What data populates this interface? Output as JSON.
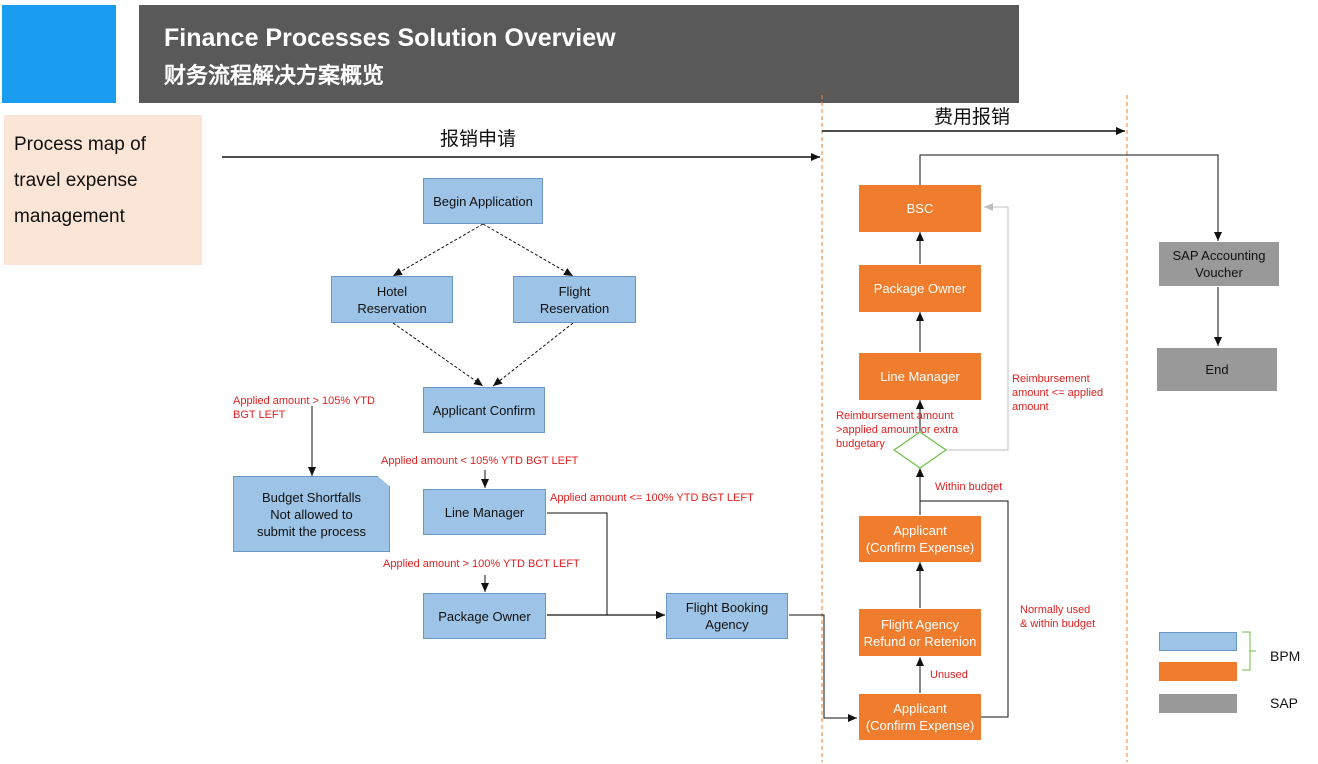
{
  "header": {
    "title_en": "Finance Processes Solution Overview",
    "title_zh": "财务流程解决方案概览"
  },
  "side_label": "Process map of travel expense management",
  "phases": {
    "application": "报销申请",
    "reimbursement": "费用报销"
  },
  "nodes": {
    "begin_application": "Begin Application",
    "hotel_reservation": "Hotel\nReservation",
    "flight_reservation": "Flight\nReservation",
    "applicant_confirm": "Applicant Confirm",
    "budget_shortfalls": "Budget Shortfalls\nNot allowed to\nsubmit the process",
    "line_manager_left": "Line Manager",
    "package_owner_left": "Package Owner",
    "flight_booking_agency": "Flight Booking\nAgency",
    "applicant_confirm_expense_bottom": "Applicant\n(Confirm Expense)",
    "flight_agency_refund": "Flight Agency\nRefund or Retenion",
    "applicant_confirm_expense_mid": "Applicant\n(Confirm Expense)",
    "line_manager_right": "Line Manager",
    "package_owner_right": "Package Owner",
    "bsc": "BSC",
    "sap_accounting_voucher": "SAP Accounting\nVoucher",
    "end": "End"
  },
  "notes": {
    "over_105": "Applied amount > 105% YTD\nBGT LEFT",
    "under_105": "Applied amount <  105% YTD  BGT LEFT",
    "le_100": "Applied amount <= 100% YTD BGT LEFT",
    "gt_100": "Applied amount > 100% YTD BCT LEFT",
    "reimb_gt": "Reimbursement  amount\n>applied amount  or extra\nbudgetary",
    "reimb_le": "Reimbursement\namount  <= applied\namount",
    "within_budget": "Within budget",
    "normally_used": "Normally used\n& within budget",
    "unused": "Unused"
  },
  "legend": {
    "bpm": "BPM",
    "sap": "SAP"
  },
  "colors": {
    "header_accent": "#1a9cf0",
    "header_bar": "#595959",
    "bpm_fill": "#9dc3e6",
    "orange_fill": "#f07d2e",
    "sap_fill": "#999999",
    "note_red": "#e02020",
    "phase_divider": "#f07d2e",
    "decision_green": "#6cbf4a"
  }
}
